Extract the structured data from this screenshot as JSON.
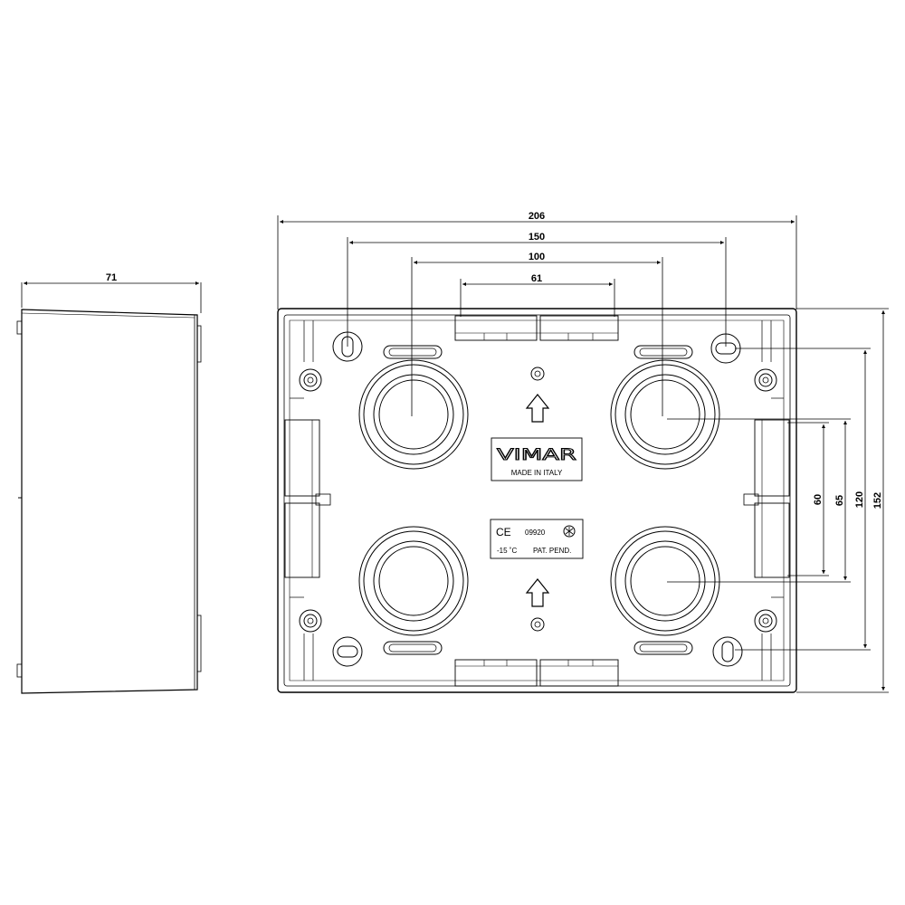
{
  "dimensions": {
    "side_depth": "71",
    "overall_width": "206",
    "mount_150": "150",
    "mount_100": "100",
    "mount_61": "61",
    "vert_60": "60",
    "vert_65": "65",
    "vert_120": "120",
    "overall_height": "152"
  },
  "markings": {
    "brand": "VIMAR",
    "origin": "MADE IN ITALY",
    "ce_mark": "CE",
    "code": "09920",
    "temperature": "-15 ˚C",
    "patent": "PAT. PEND."
  },
  "icons": [
    "up-arrow-icon",
    "ce-mark-icon",
    "certification-mark-icon"
  ]
}
